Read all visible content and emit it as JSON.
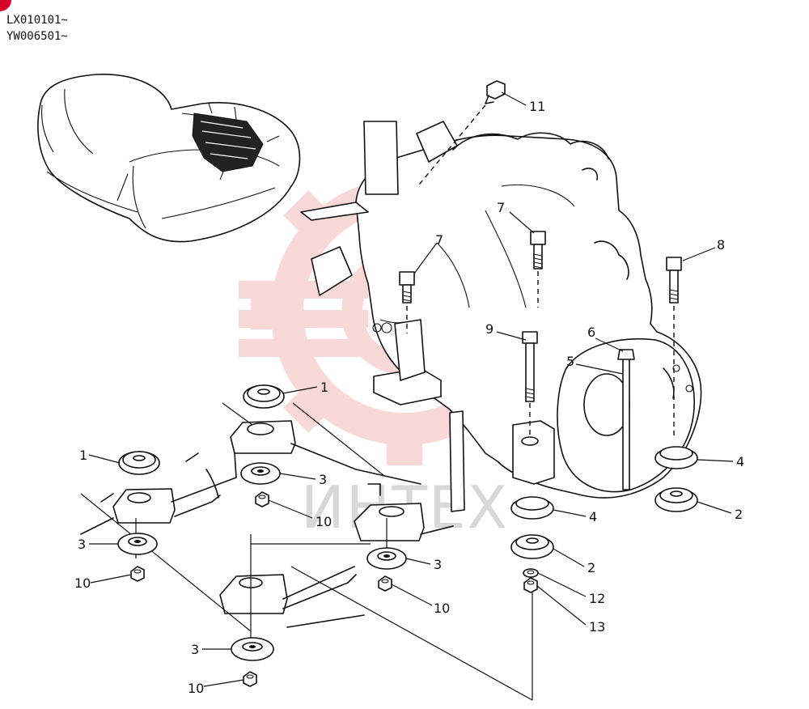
{
  "header": {
    "serial_line_1": "LX010101~",
    "serial_line_2": "YW006501~"
  },
  "watermark": {
    "text": "ИНТЕХ",
    "color": "#f2a8a8"
  },
  "callouts": [
    {
      "id": "c11",
      "label": "11"
    },
    {
      "id": "c7a",
      "label": "7"
    },
    {
      "id": "c7b",
      "label": "7"
    },
    {
      "id": "c8",
      "label": "8"
    },
    {
      "id": "c9",
      "label": "9"
    },
    {
      "id": "c6",
      "label": "6"
    },
    {
      "id": "c5",
      "label": "5"
    },
    {
      "id": "c1a",
      "label": "1"
    },
    {
      "id": "c1b",
      "label": "1"
    },
    {
      "id": "c3a",
      "label": "3"
    },
    {
      "id": "c3b",
      "label": "3"
    },
    {
      "id": "c3c",
      "label": "3"
    },
    {
      "id": "c3d",
      "label": "3"
    },
    {
      "id": "c10a",
      "label": "10"
    },
    {
      "id": "c10b",
      "label": "10"
    },
    {
      "id": "c10c",
      "label": "10"
    },
    {
      "id": "c10d",
      "label": "10"
    },
    {
      "id": "c4a",
      "label": "4"
    },
    {
      "id": "c4b",
      "label": "4"
    },
    {
      "id": "c2a",
      "label": "2"
    },
    {
      "id": "c2b",
      "label": "2"
    },
    {
      "id": "c12",
      "label": "12"
    },
    {
      "id": "c13",
      "label": "13"
    }
  ]
}
